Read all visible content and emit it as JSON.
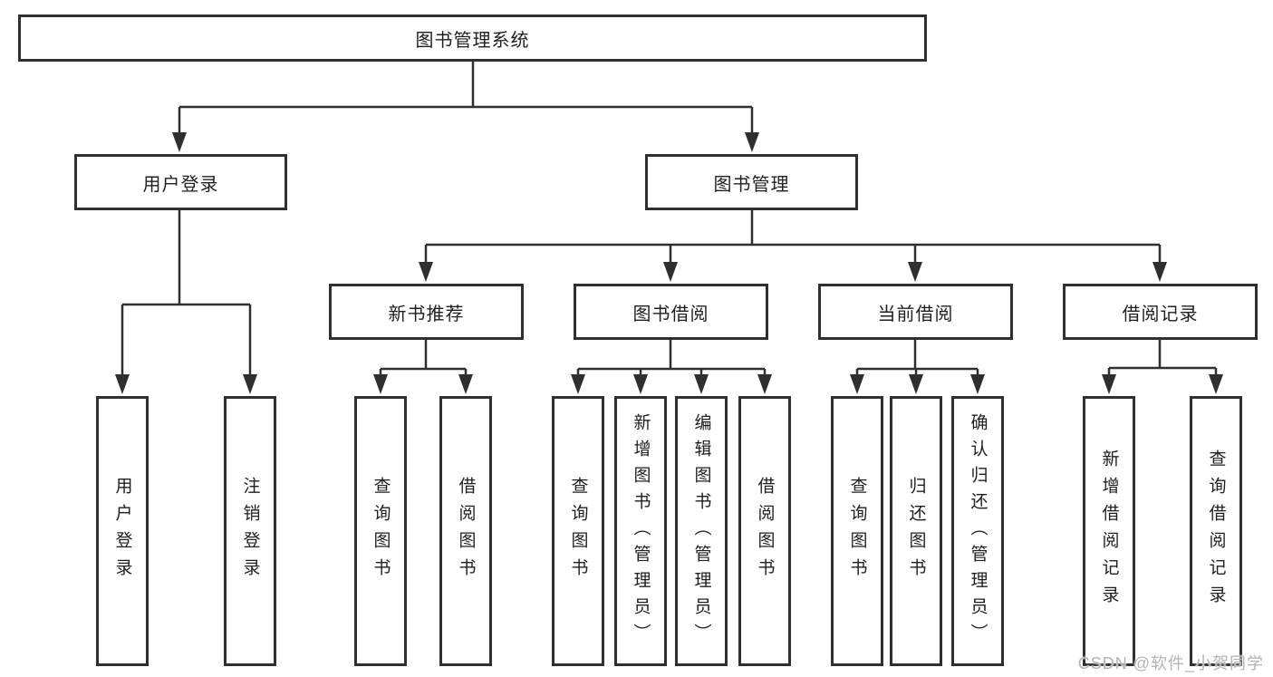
{
  "tree": {
    "label": "图书管理系统",
    "children": [
      {
        "label": "用户登录",
        "children": [
          {
            "label": "用户登录"
          },
          {
            "label": "注销登录"
          }
        ]
      },
      {
        "label": "图书管理",
        "children": [
          {
            "label": "新书推荐",
            "children": [
              {
                "label": "查询图书"
              },
              {
                "label": "借阅图书"
              }
            ]
          },
          {
            "label": "图书借阅",
            "children": [
              {
                "label": "查询图书"
              },
              {
                "label": "新增图书（管理员）"
              },
              {
                "label": "编辑图书（管理员）"
              },
              {
                "label": "借阅图书"
              }
            ]
          },
          {
            "label": "当前借阅",
            "children": [
              {
                "label": "查询图书"
              },
              {
                "label": "归还图书"
              },
              {
                "label": "确认归还（管理员）"
              }
            ]
          },
          {
            "label": "借阅记录",
            "children": [
              {
                "label": "新增借阅记录"
              },
              {
                "label": "查询借阅记录"
              }
            ]
          }
        ]
      }
    ]
  },
  "watermark": "CSDN @软件_小贺同学",
  "colors": {
    "line": "#2f2f2f",
    "text": "#1f1f1f",
    "watermark": "#b3b3b3",
    "background": "#ffffff"
  }
}
